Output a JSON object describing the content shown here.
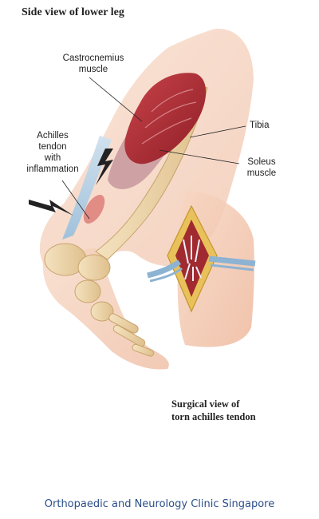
{
  "title": "Side view of lower leg",
  "labels": {
    "gastrocnemius_line1": "Castrocnemius",
    "gastrocnemius_line2": "muscle",
    "tibia": "Tibia",
    "soleus_line1": "Soleus",
    "soleus_line2": "muscle",
    "achilles_line1": "Achilles",
    "achilles_line2": "tendon",
    "achilles_line3": "with",
    "achilles_line4": "inflammation"
  },
  "surgical_caption": {
    "line1": "Surgical view of",
    "line2": "torn achilles tendon"
  },
  "footer": "Orthopaedic and Neurology Clinic Singapore"
}
